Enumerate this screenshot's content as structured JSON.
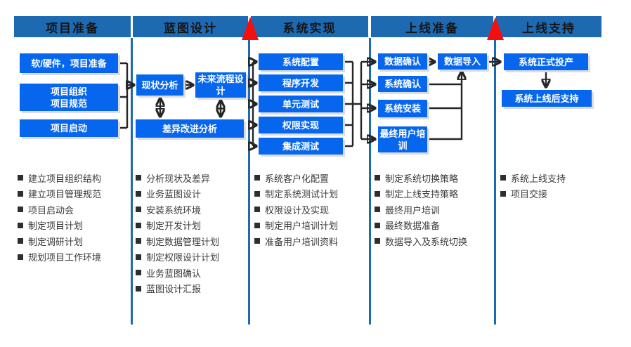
{
  "colors": {
    "header_bar_blue": "#1e6ab2",
    "process_box_blue": "#0667ee",
    "milestone_red": "#f40e0e",
    "connector_black": "#262626",
    "box_text_white": "#ffffff",
    "bullet_text_gray": "#3a3a3a"
  },
  "phases": [
    {
      "title": "项目准备",
      "boxes": [
        "软/硬件，项目准备",
        "项目组织\n项目规范",
        "项目启动"
      ],
      "bullets": [
        "建立项目组织结构",
        "建立项目管理规范",
        "项目启动会",
        "制定项目计划",
        "制定调研计划",
        "规划项目工作环境"
      ]
    },
    {
      "title": "蓝图设计",
      "boxes": [
        "现状分析",
        "未来流程设\n计",
        "差异改进分析"
      ],
      "bullets": [
        "分析现状及差异",
        "业务蓝图设计",
        "安装系统环境",
        "制定开发计划",
        "制定数据管理计划",
        "制定权限设计计划",
        "业务蓝图确认",
        "蓝图设计汇报"
      ]
    },
    {
      "title": "系统实现",
      "boxes": [
        "系统配置",
        "程序开发",
        "单元测试",
        "权限实现",
        "集成测试"
      ],
      "bullets": [
        "系统客户化配置",
        "制定系统测试计划",
        "权限设计及实现",
        "制定用户培训计划",
        "准备用户培训资料"
      ]
    },
    {
      "title": "上线准备",
      "boxes": [
        "数据确认",
        "数据导入",
        "系统确认",
        "系统安装",
        "最终用户培\n训"
      ],
      "bullets": [
        "制定系统切换策略",
        "制定上线支持策略",
        "最终用户培训",
        "最终数据准备",
        "数据导入及系统切换"
      ]
    },
    {
      "title": "上线支持",
      "boxes": [
        "系统正式投产",
        "系统上线后支持"
      ],
      "bullets": [
        "系统上线支持",
        "项目交接"
      ]
    }
  ]
}
